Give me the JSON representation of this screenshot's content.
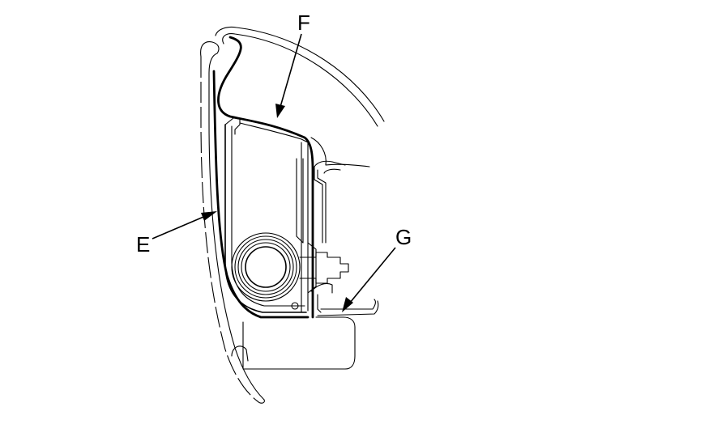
{
  "labels": {
    "e": "E",
    "f": "F",
    "g": "G"
  },
  "colors": {
    "line": "#000000",
    "background": "#ffffff"
  }
}
